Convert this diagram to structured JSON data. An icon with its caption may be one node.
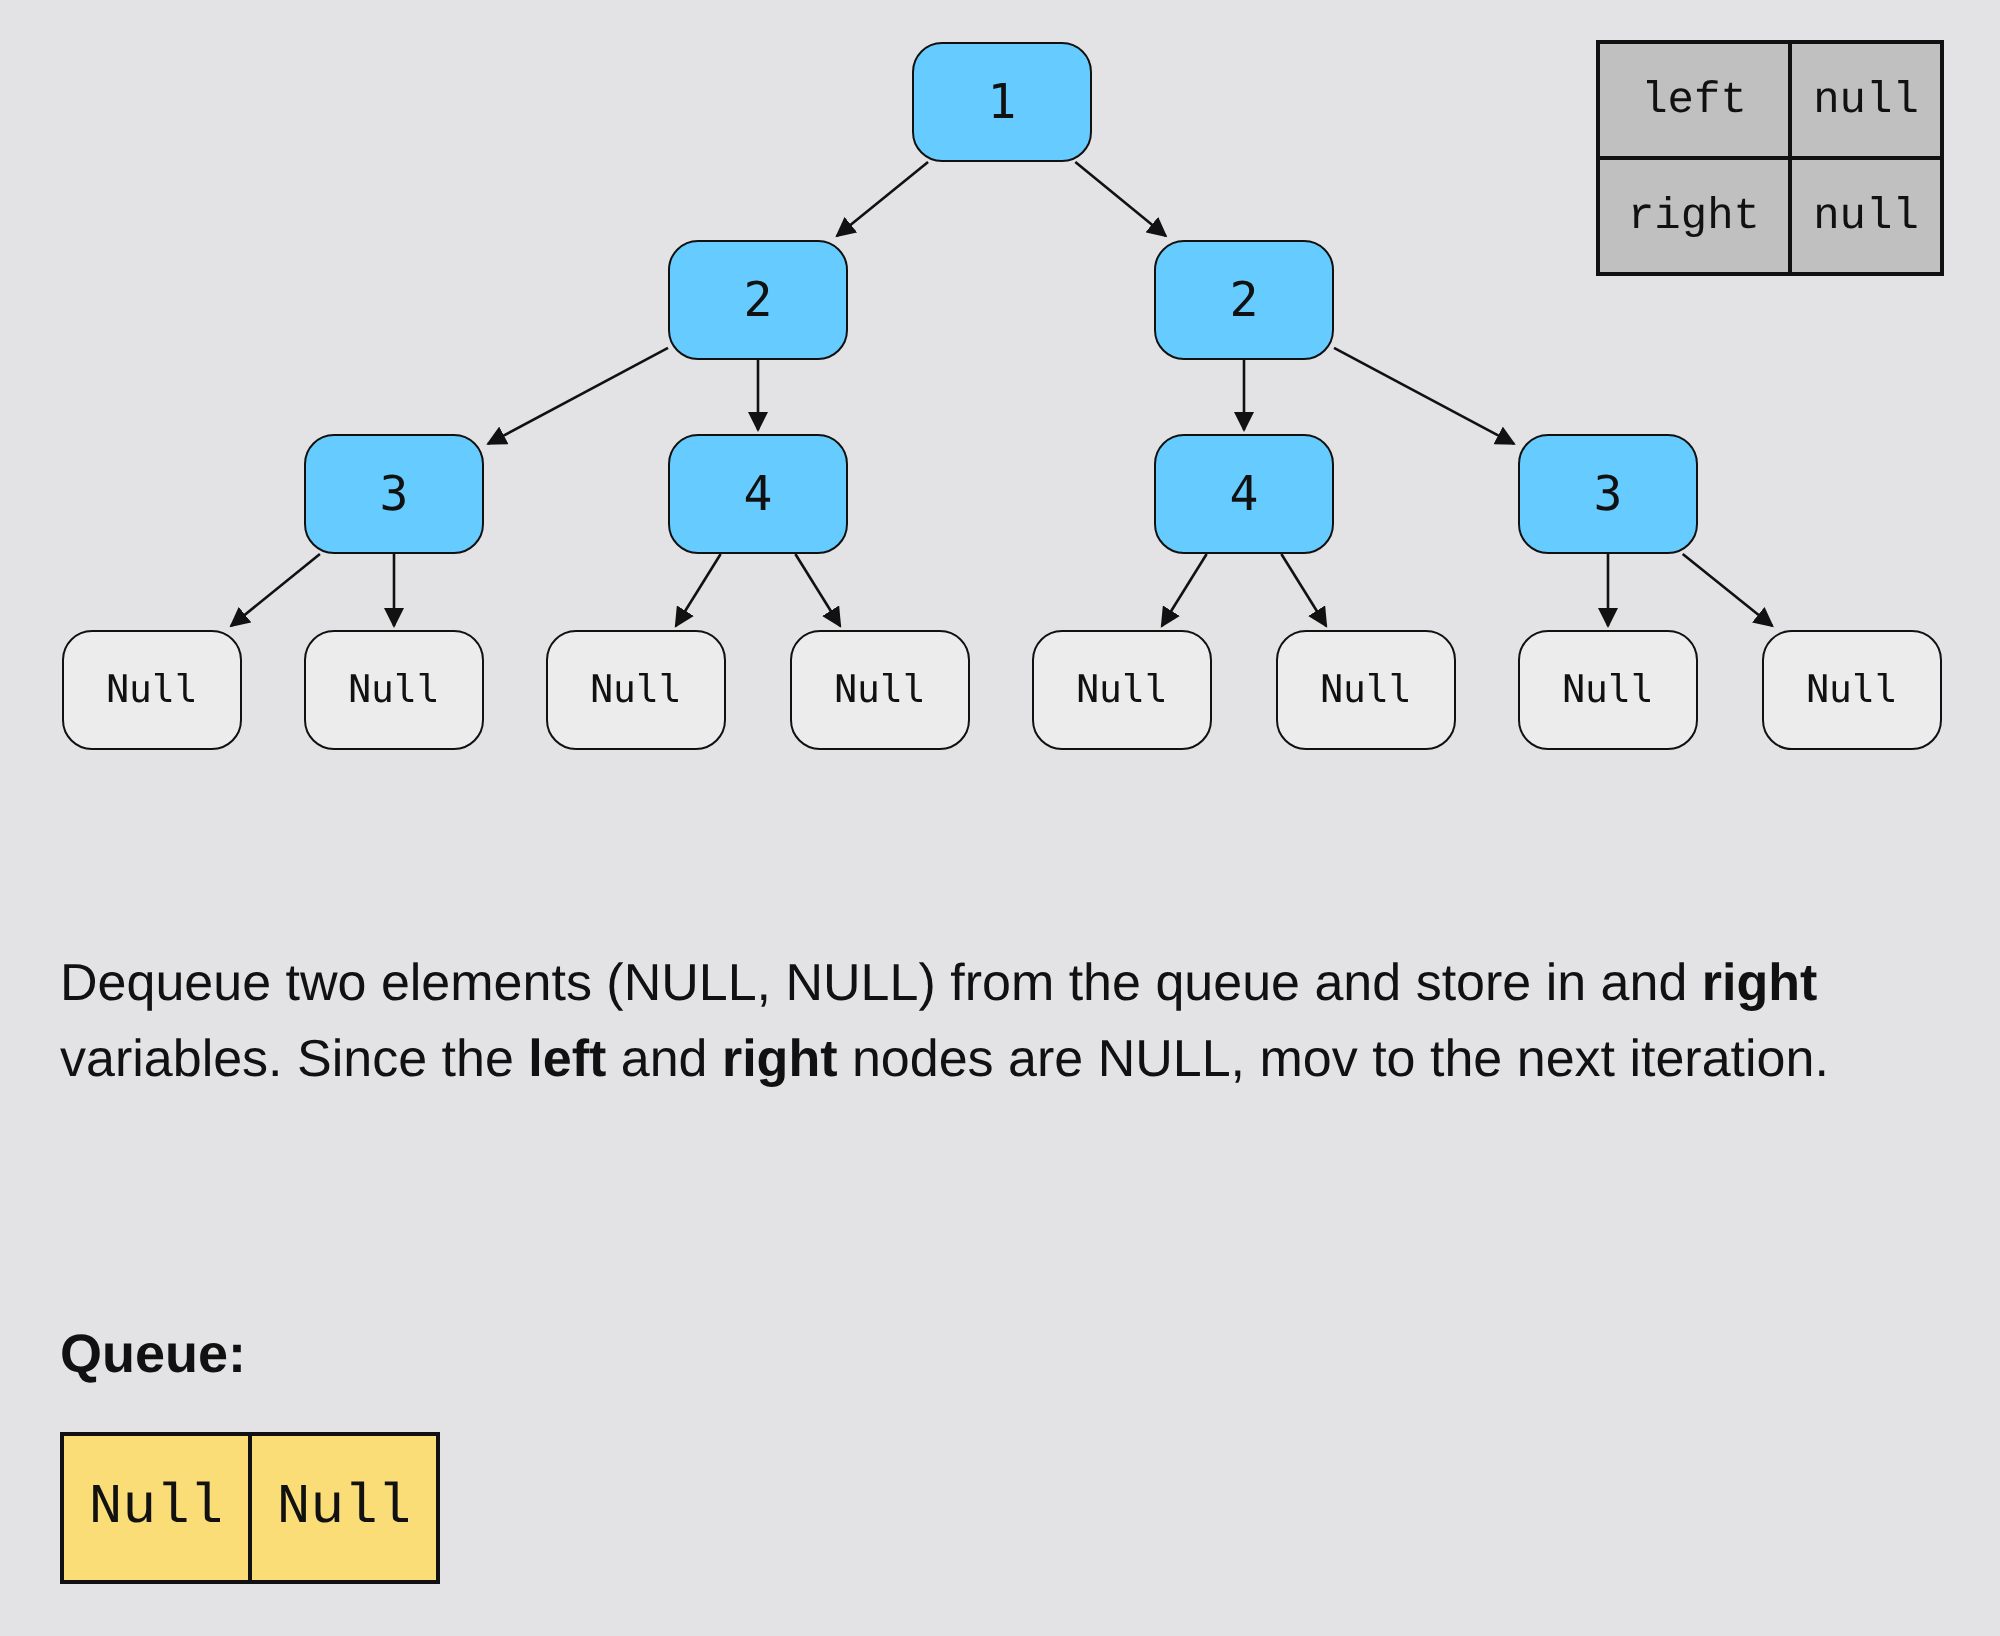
{
  "diagram": {
    "nodes": [
      {
        "text": [
          "1"
        ]
      },
      {
        "text": [
          "2"
        ]
      },
      {
        "text": [
          "2"
        ]
      },
      {
        "text": [
          "3"
        ]
      },
      {
        "text": [
          "4"
        ]
      },
      {
        "text": [
          "4"
        ]
      },
      {
        "text": [
          "3"
        ]
      },
      {
        "text": [
          "Null"
        ]
      },
      {
        "text": [
          "Null"
        ]
      },
      {
        "text": [
          "Null"
        ]
      },
      {
        "text": [
          "Null"
        ]
      },
      {
        "text": [
          "Null"
        ]
      },
      {
        "text": [
          "Null"
        ]
      },
      {
        "text": [
          "Null"
        ]
      },
      {
        "text": [
          "Null"
        ]
      }
    ],
    "edges": [
      {
        "from": 0,
        "to": 1,
        "arrow": "to"
      },
      {
        "from": 0,
        "to": 2,
        "arrow": "to"
      },
      {
        "from": 1,
        "to": 3,
        "arrow": "to"
      },
      {
        "from": 1,
        "to": 4,
        "arrow": "to"
      },
      {
        "from": 2,
        "to": 5,
        "arrow": "to"
      },
      {
        "from": 2,
        "to": 6,
        "arrow": "to"
      },
      {
        "from": 3,
        "to": 7,
        "arrow": "to"
      },
      {
        "from": 3,
        "to": 8,
        "arrow": "to"
      },
      {
        "from": 4,
        "to": 9,
        "arrow": "to"
      },
      {
        "from": 4,
        "to": 10,
        "arrow": "to"
      },
      {
        "from": 5,
        "to": 11,
        "arrow": "to"
      },
      {
        "from": 5,
        "to": 12,
        "arrow": "to"
      },
      {
        "from": 6,
        "to": 13,
        "arrow": "to"
      },
      {
        "from": 6,
        "to": 14,
        "arrow": "to"
      }
    ],
    "labels": [
      "left",
      "null",
      "right",
      "null",
      "Dequeue two elements (NULL, NULL) from the queue and store in and **right** variables. Since the **left** and **right** nodes are NULL, mov to the next iteration.",
      "Queue:",
      "Null",
      "Null"
    ]
  }
}
